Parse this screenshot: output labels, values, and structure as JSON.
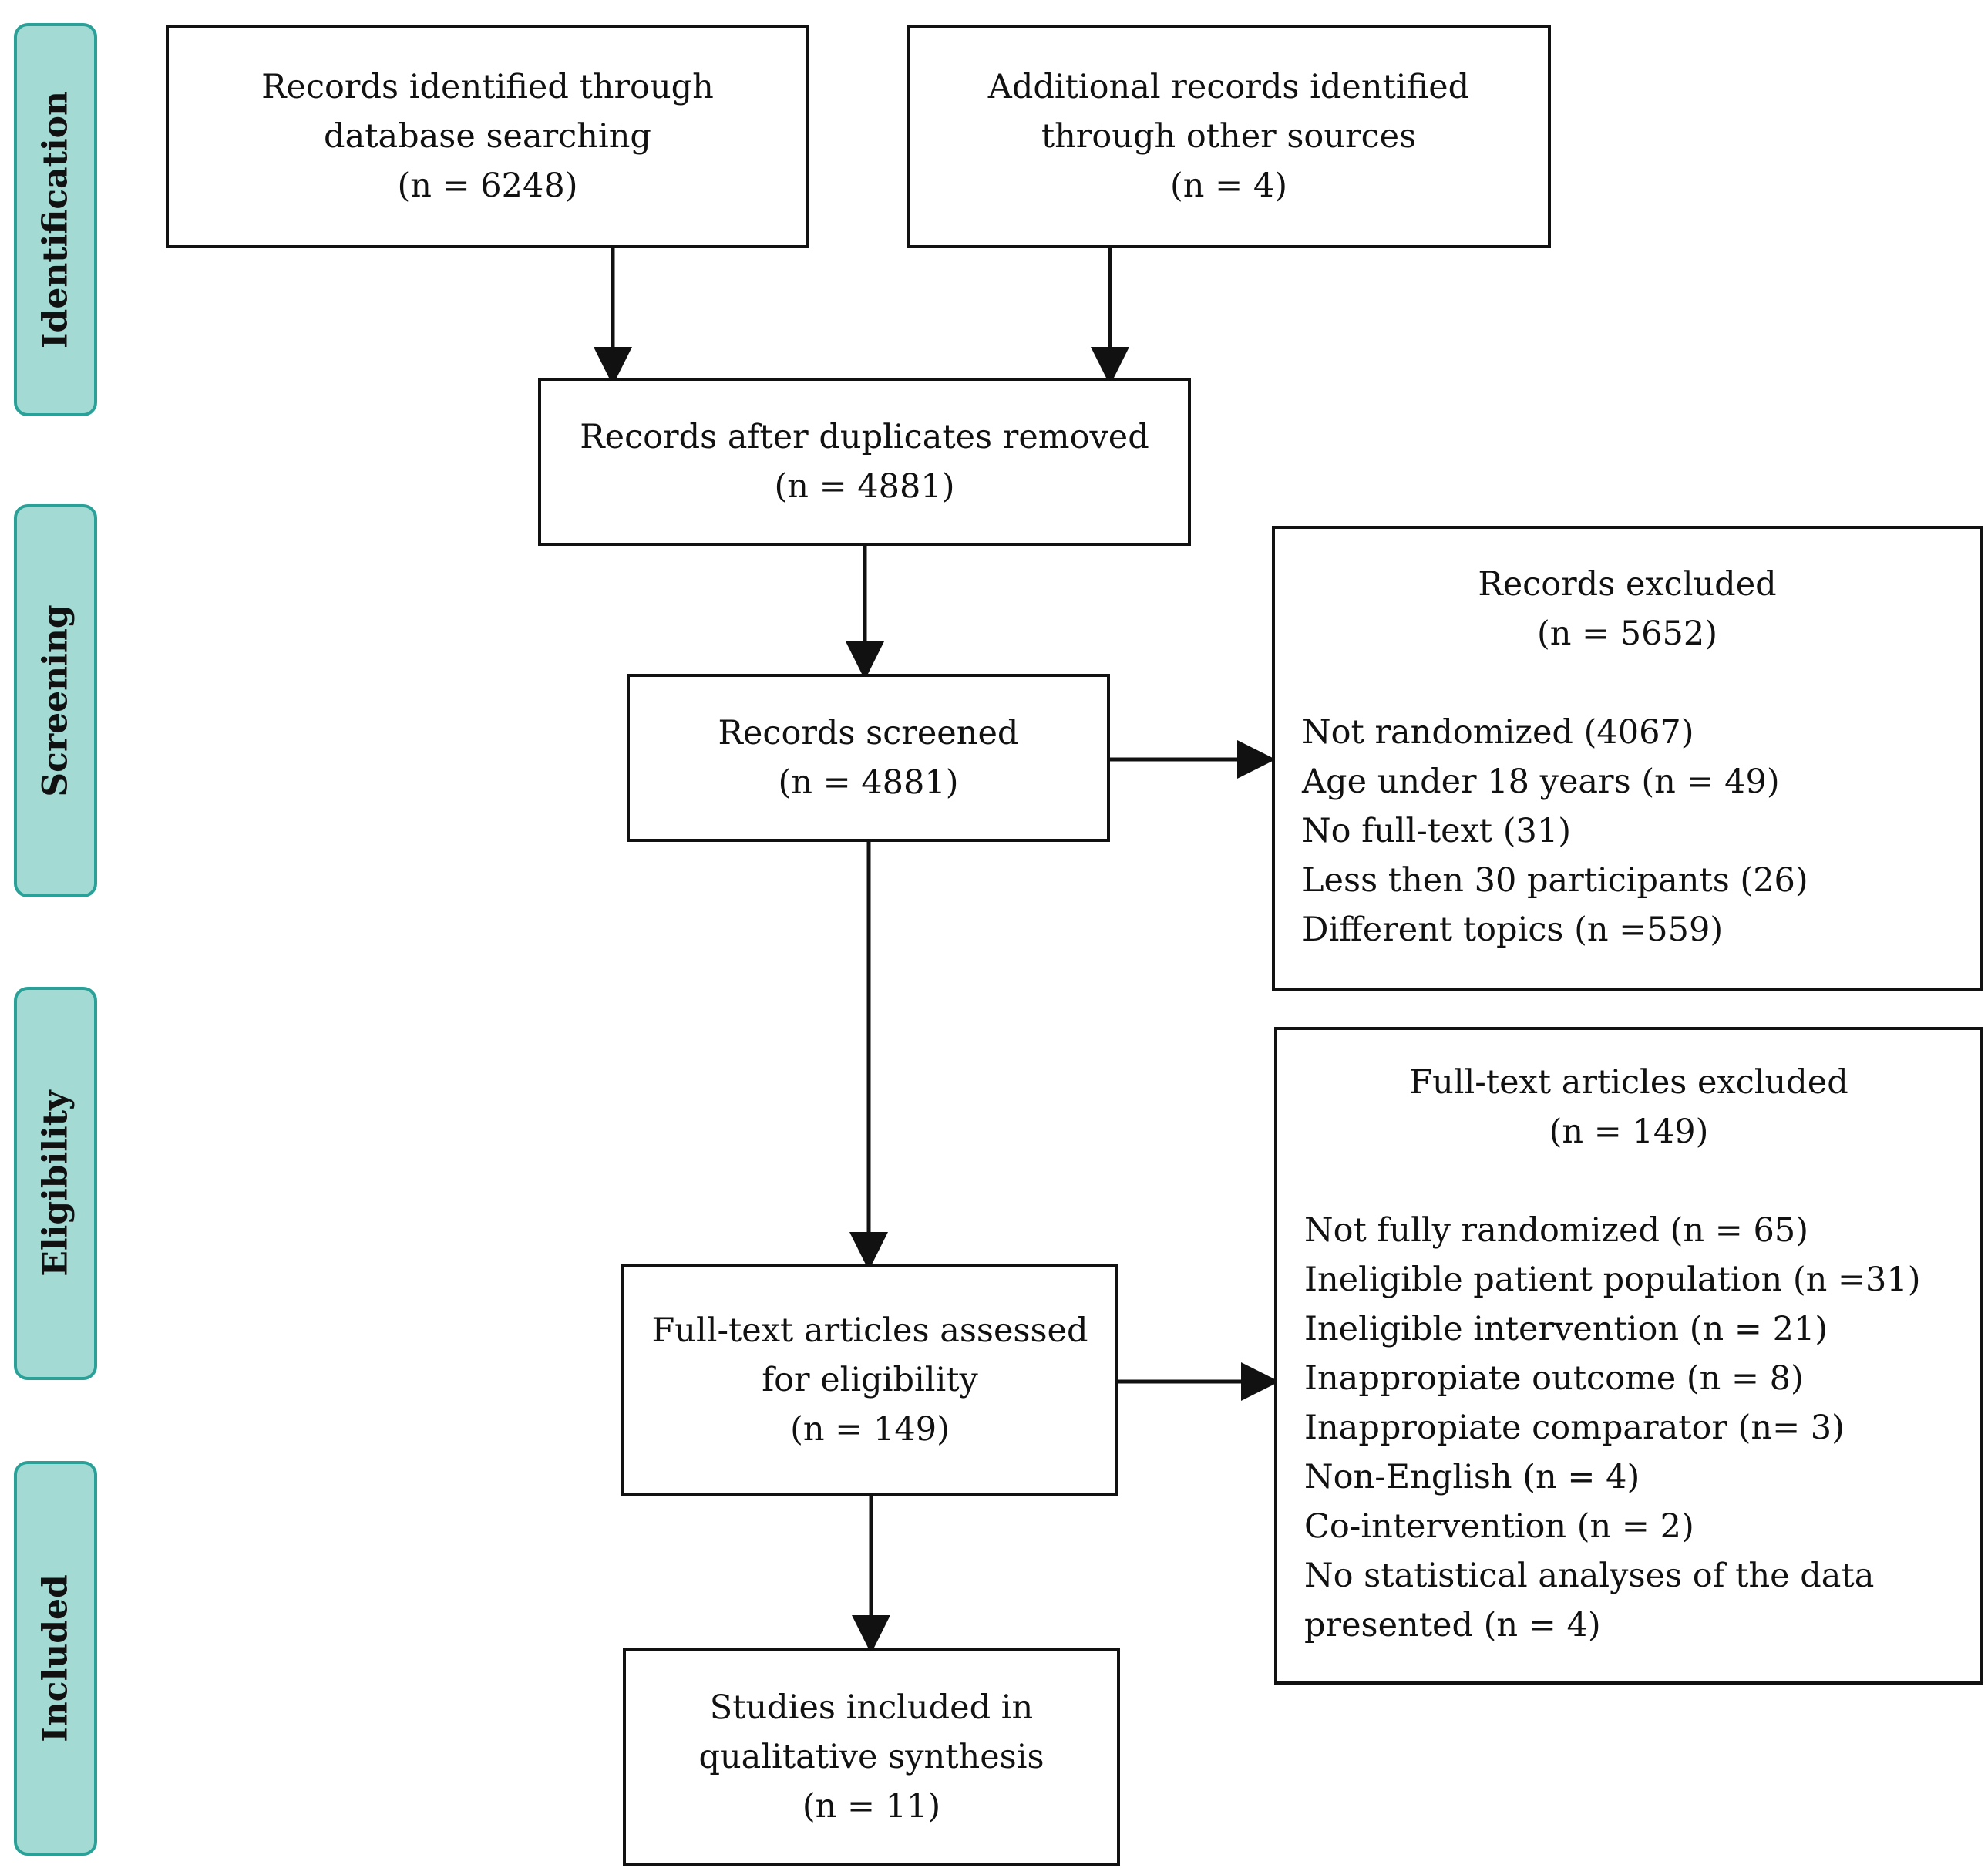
{
  "phases": {
    "identification": "Identification",
    "screening": "Screening",
    "eligibility": "Eligibility",
    "included": "Included"
  },
  "boxes": {
    "database": [
      "Records identified through",
      "database searching",
      "(n = 6248)"
    ],
    "other_sources": [
      "Additional records identified",
      "through other sources",
      "(n = 4)"
    ],
    "after_duplicates": [
      "Records after duplicates removed",
      "(n = 4881)"
    ],
    "screened": [
      "Records screened",
      "(n = 4881)"
    ],
    "records_excluded": {
      "title": "Records excluded",
      "count": "(n = 5652)",
      "reasons": [
        "Not randomized (4067)",
        "Age under 18 years (n = 49)",
        "No full-text (31)",
        "Less then 30 participants (26)",
        "Different topics (n =559)"
      ]
    },
    "full_text_assessed": [
      "Full-text articles assessed",
      "for eligibility",
      "(n = 149)"
    ],
    "full_text_excluded": {
      "title": "Full-text articles excluded",
      "count": "(n = 149)",
      "reasons": [
        "Not fully randomized (n = 65)",
        "Ineligible patient population (n =31)",
        "Ineligible intervention (n = 21)",
        "Inappropiate outcome (n = 8)",
        "Inappropiate comparator (n= 3)",
        "Non-English (n = 4)",
        "Co-intervention (n = 2)",
        "No statistical analyses of the data",
        "presented (n = 4)"
      ]
    },
    "included": [
      "Studies included in",
      "qualitative synthesis",
      "(n = 11)"
    ]
  }
}
